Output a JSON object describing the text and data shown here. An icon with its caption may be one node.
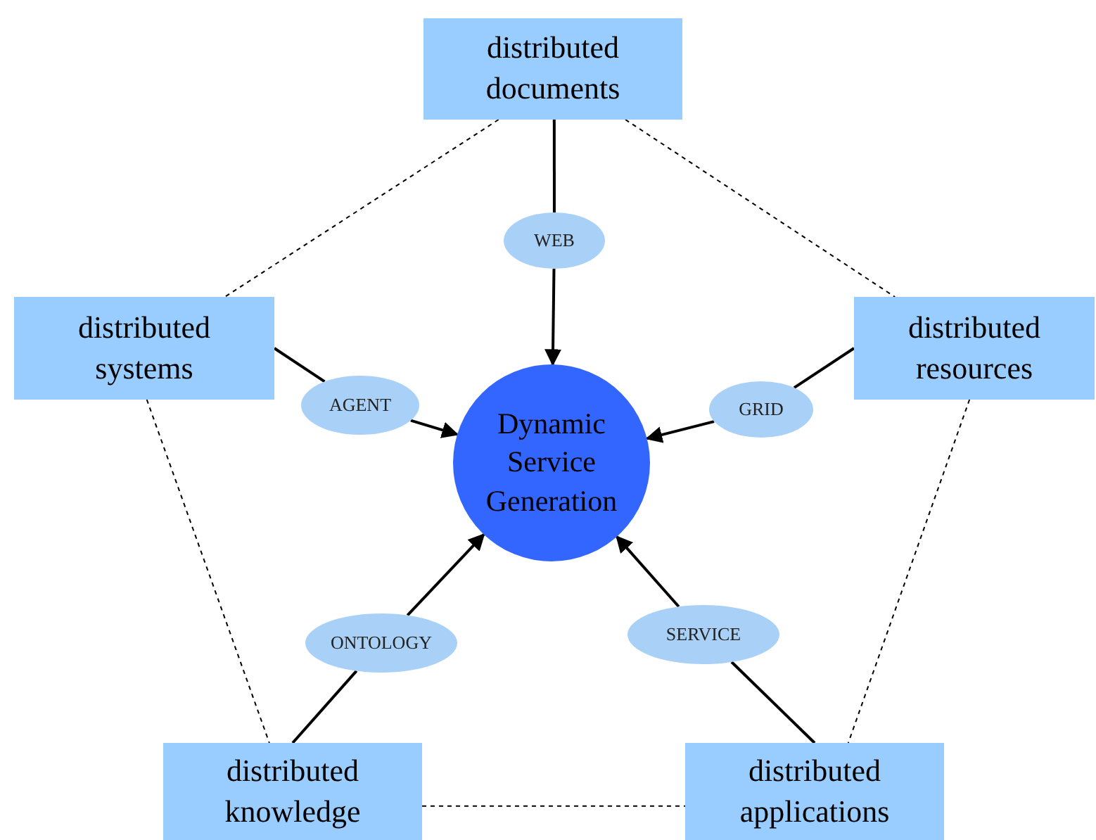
{
  "diagram": {
    "nodes": [
      {
        "text": [
          "distributed documents"
        ]
      },
      {
        "text": [
          "distributed systems"
        ]
      },
      {
        "text": [
          "distributed resources"
        ]
      },
      {
        "text": [
          "WEB"
        ]
      },
      {
        "text": [
          "AGENT"
        ]
      },
      {
        "text": [
          "GRID"
        ]
      },
      {
        "text": [
          "Dynamic Service Generation"
        ]
      },
      {
        "text": [
          "ONTOLOGY"
        ]
      },
      {
        "text": [
          "SERVICE"
        ]
      },
      {
        "text": [
          "distributed knowledge"
        ]
      },
      {
        "text": [
          "distributed applications"
        ]
      }
    ],
    "edges": [
      {
        "from": 0,
        "to": 3,
        "arrow": "none"
      },
      {
        "from": 3,
        "to": 6,
        "arrow": "to"
      },
      {
        "from": 1,
        "to": 4,
        "arrow": "none"
      },
      {
        "from": 4,
        "to": 6,
        "arrow": "to"
      },
      {
        "from": 2,
        "to": 5,
        "arrow": "none"
      },
      {
        "from": 5,
        "to": 6,
        "arrow": "to"
      },
      {
        "from": 9,
        "to": 7,
        "arrow": "none"
      },
      {
        "from": 7,
        "to": 6,
        "arrow": "to"
      },
      {
        "from": 10,
        "to": 8,
        "arrow": "none"
      },
      {
        "from": 8,
        "to": 6,
        "arrow": "to"
      },
      {
        "from": 0,
        "to": 1,
        "arrow": "none",
        "style": "dashed"
      },
      {
        "from": 0,
        "to": 2,
        "arrow": "none",
        "style": "dashed"
      },
      {
        "from": 1,
        "to": 9,
        "arrow": "none",
        "style": "dashed"
      },
      {
        "from": 2,
        "to": 10,
        "arrow": "none",
        "style": "dashed"
      },
      {
        "from": 9,
        "to": 10,
        "arrow": "none",
        "style": "dashed"
      }
    ]
  }
}
